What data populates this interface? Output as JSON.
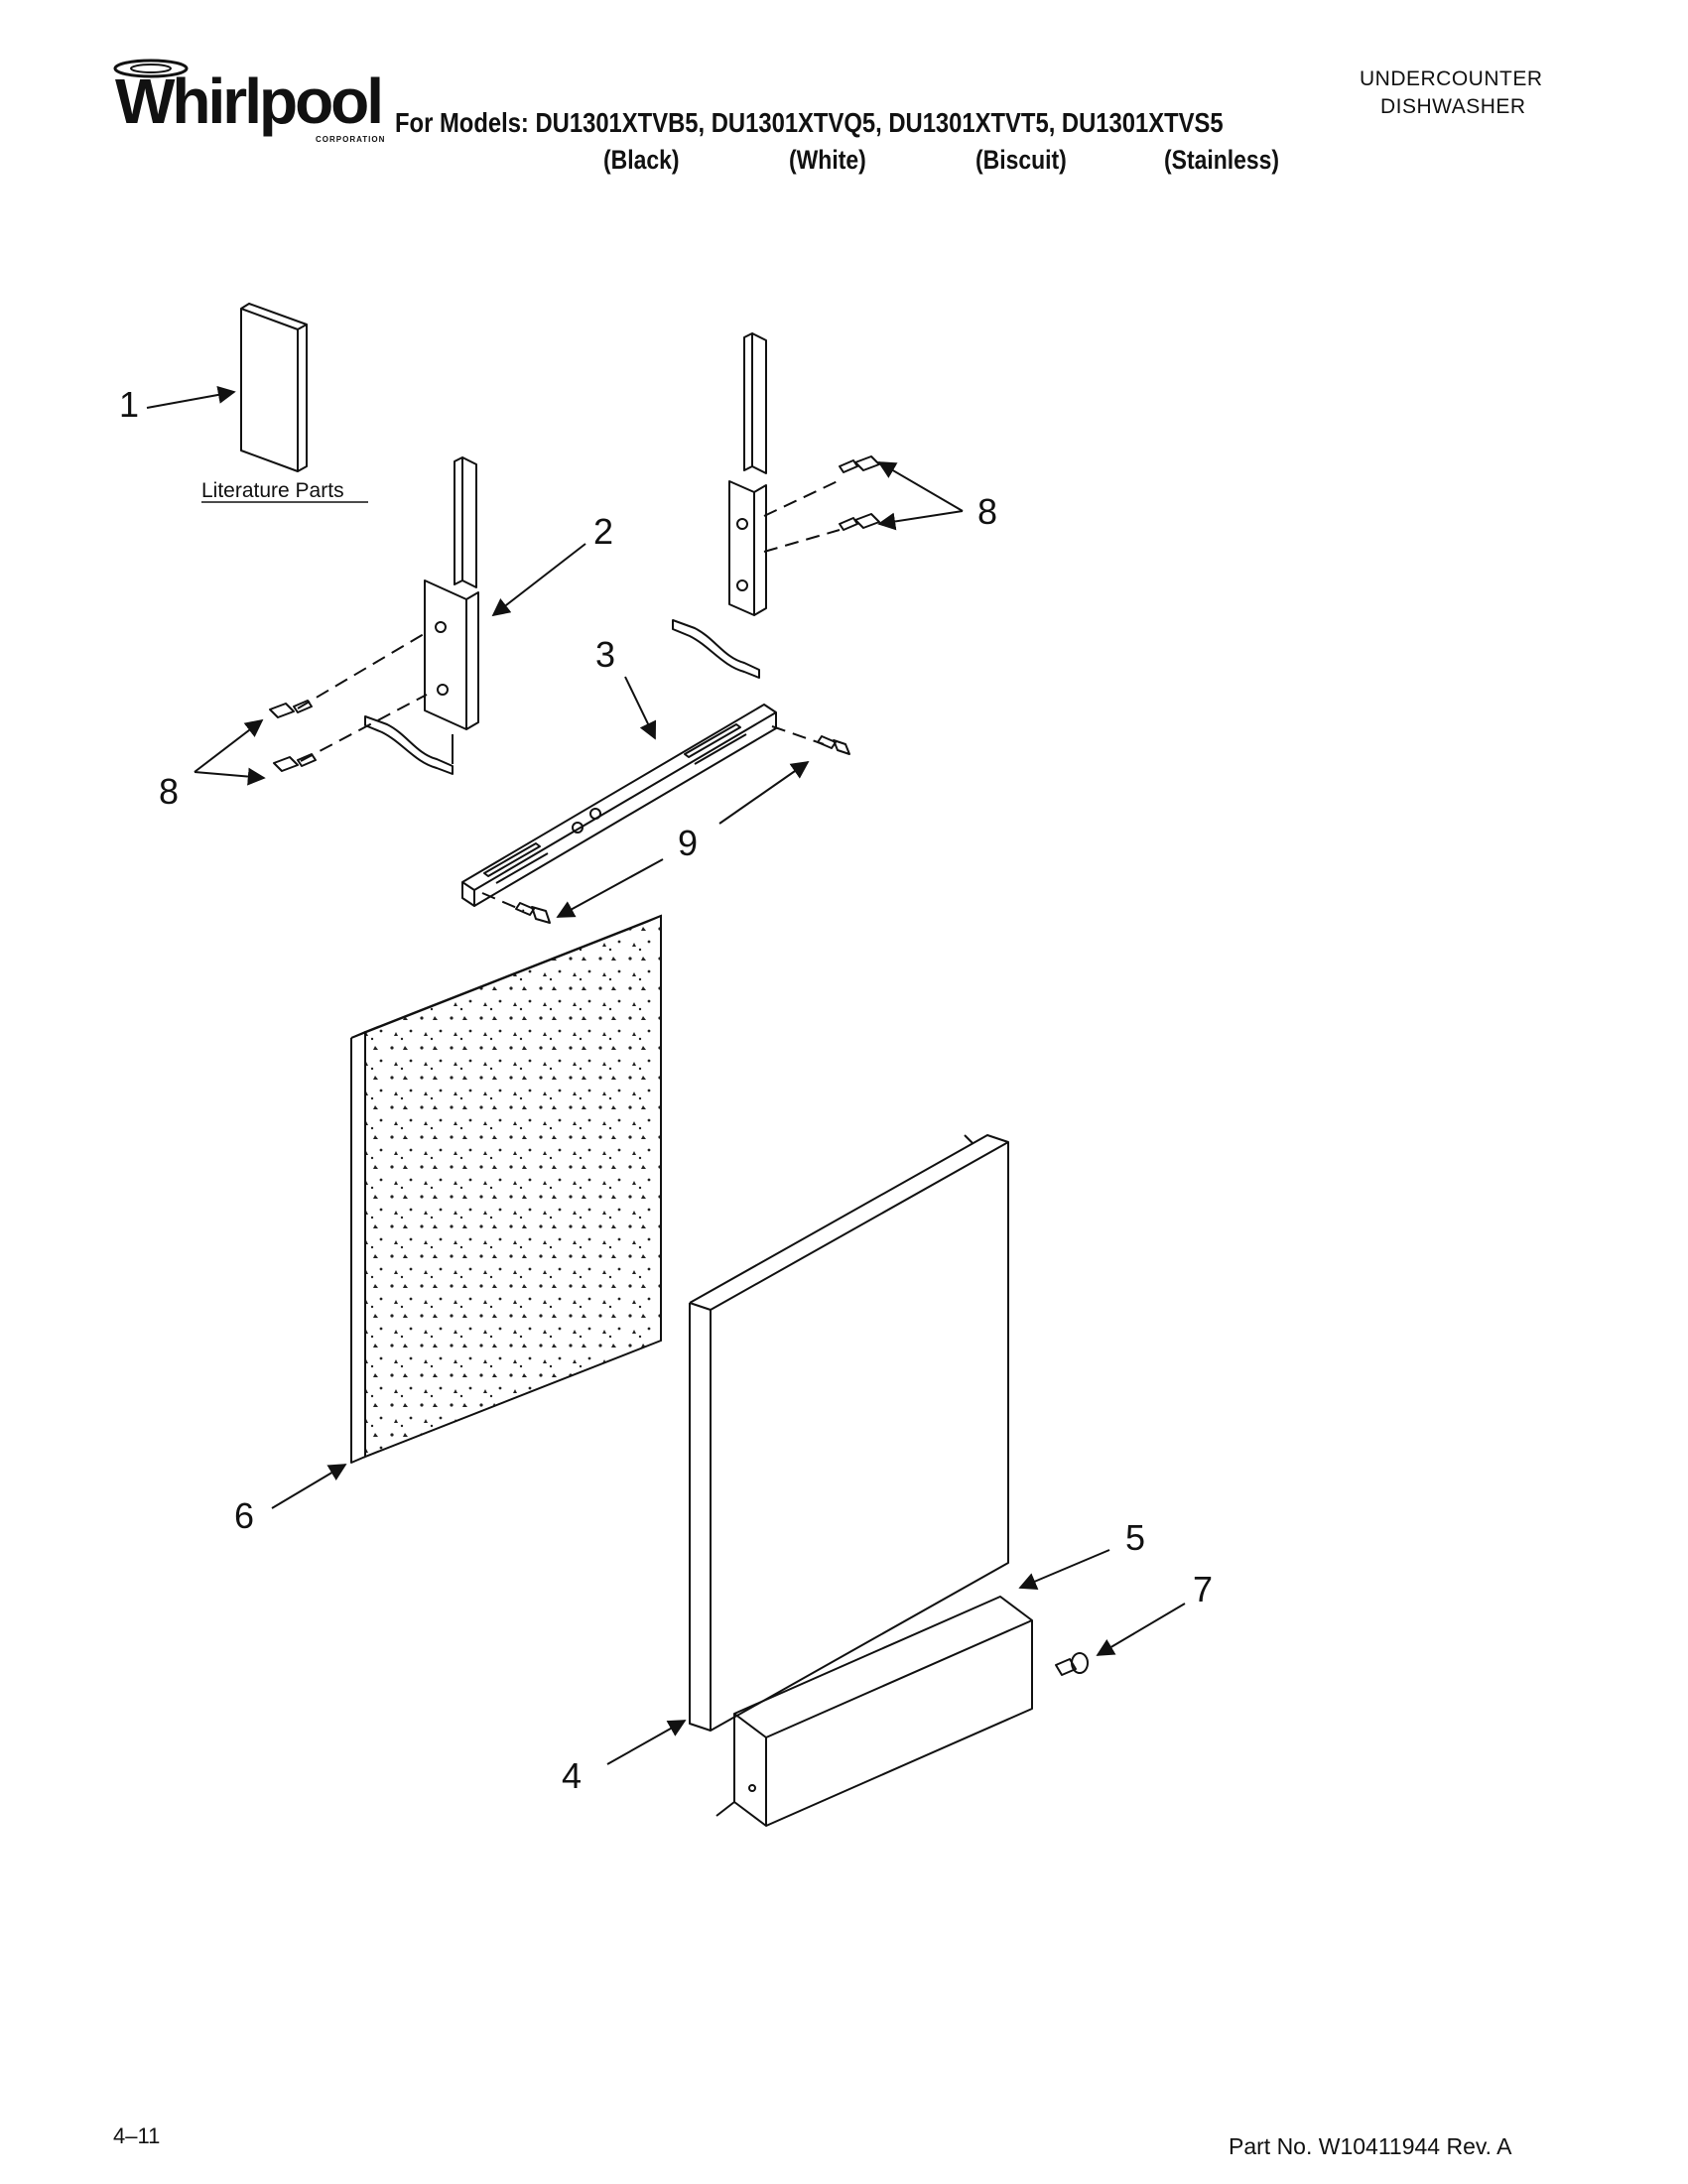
{
  "header": {
    "logo_text": "Whirlpool",
    "logo_subtext": "CORPORATION",
    "models_line": "For Models: DU1301XTVB5, DU1301XTVQ5, DU1301XTVT5, DU1301XTVS5",
    "colors": [
      "(Black)",
      "(White)",
      "(Biscuit)",
      "(Stainless)"
    ],
    "category_line1": "UNDERCOUNTER",
    "category_line2": "DISHWASHER"
  },
  "diagram": {
    "literature_label": "Literature Parts",
    "callouts": [
      "1",
      "2",
      "3",
      "4",
      "5",
      "6",
      "7",
      "8",
      "8",
      "9"
    ]
  },
  "footer": {
    "page_code": "4–11",
    "part_number": "Part No. W10411944 Rev. A"
  }
}
